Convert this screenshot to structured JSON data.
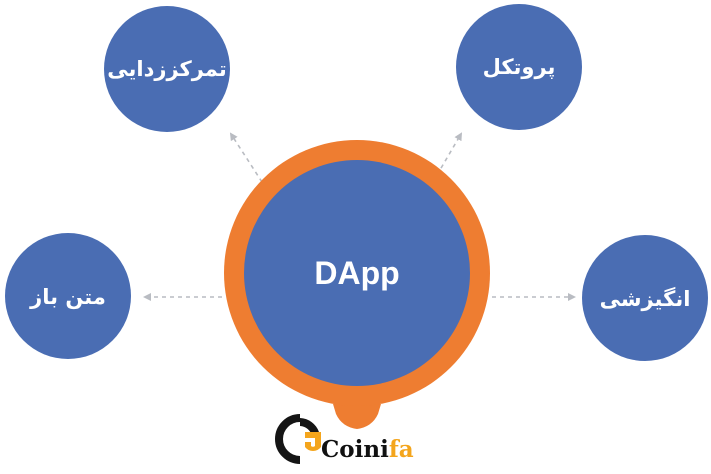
{
  "diagram": {
    "center": {
      "label": "DApp"
    },
    "nodes": [
      {
        "id": "top-left",
        "label": "تمرکززدایی"
      },
      {
        "id": "top-right",
        "label": "پروتکل"
      },
      {
        "id": "left",
        "label": "متن باز"
      },
      {
        "id": "right",
        "label": "انگیزشی"
      }
    ]
  },
  "brand": {
    "text_main": "Coini",
    "text_accent": "fa"
  },
  "colors": {
    "node_fill": "#4a6db3",
    "center_fill": "#4a6db3",
    "ring": "#ee7d31",
    "arrow": "#b9bcc2",
    "logo_orange": "#f4a51c",
    "logo_dark": "#151515"
  }
}
